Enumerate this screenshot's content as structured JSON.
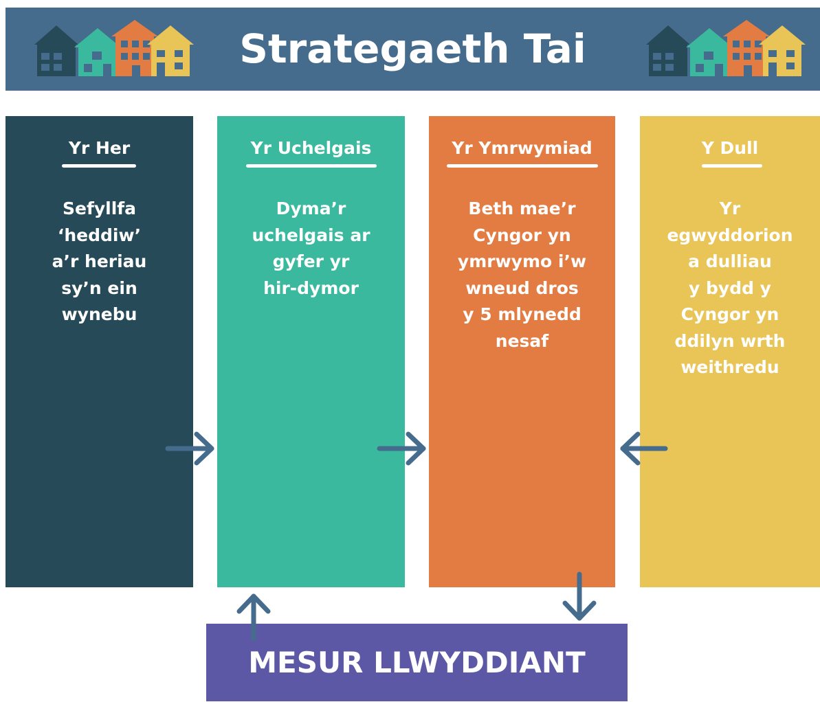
{
  "header": {
    "title": "Strategaeth Tai"
  },
  "columns": [
    {
      "heading": "Yr Her",
      "lines": [
        "Sefyllfa",
        "‘heddiw’",
        "a’r heriau",
        "sy’n ein",
        "wynebu"
      ],
      "color": "#264a58"
    },
    {
      "heading": "Yr Uchelgais",
      "lines": [
        "Dyma’r",
        "uchelgais ar",
        "gyfer yr",
        "hir-dymor"
      ],
      "color": "#3ab99e"
    },
    {
      "heading": "Yr Ymrwymiad",
      "lines": [
        "Beth mae’r",
        "Cyngor yn",
        "ymrwymo i’w",
        "wneud dros",
        "y 5 mlynedd",
        "nesaf"
      ],
      "color": "#e37c43"
    },
    {
      "heading": "Y Dull",
      "lines": [
        "Yr",
        "egwyddorion",
        "a dulliau",
        "y bydd y",
        "Cyngor yn",
        "ddilyn wrth",
        "weithredu"
      ],
      "color": "#e9c457"
    }
  ],
  "footer": {
    "label": "MESUR LLWYDDIANT",
    "color": "#5c58a5"
  },
  "colors": {
    "header": "#466c8d",
    "arrow": "#466c8d",
    "house_navy": "#264a58",
    "house_teal": "#3ab99e",
    "house_orange": "#e37c43",
    "house_yellow": "#e9c457"
  },
  "icons": {
    "header_left": "houses-icon",
    "header_right": "houses-icon"
  }
}
